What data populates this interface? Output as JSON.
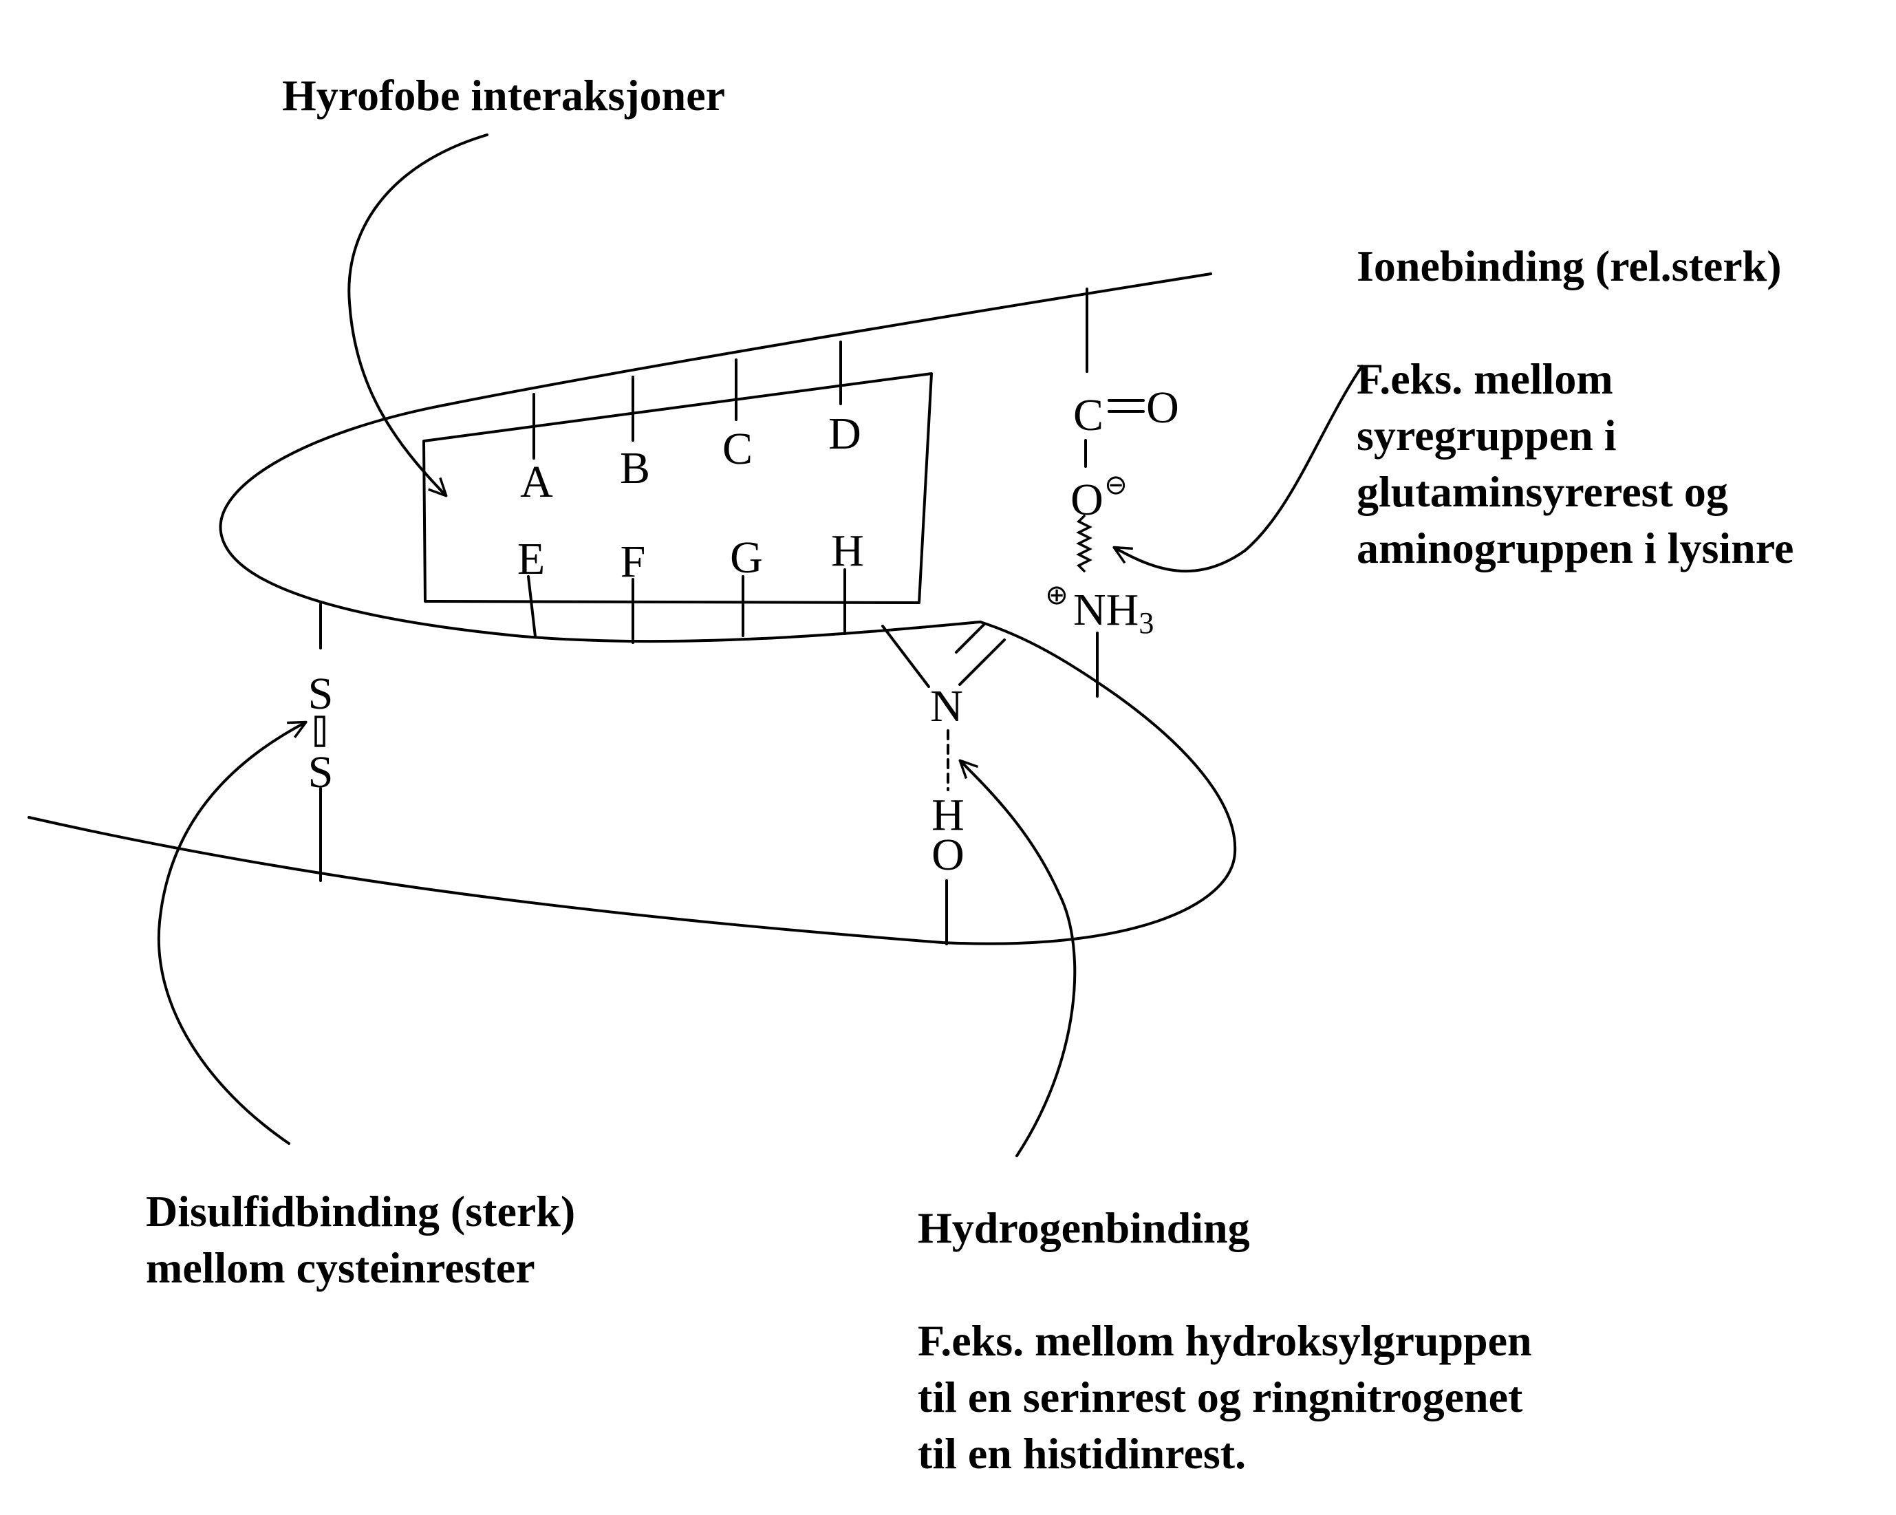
{
  "labels": {
    "hydrophobic": "Hyrofobe interaksjoner",
    "ionic_title": "Ionebinding (rel.sterk)",
    "ionic_desc": [
      "F.eks. mellom",
      "syregruppen i",
      "glutaminsyrerest og",
      "aminogruppen i lysinre"
    ],
    "disulfide": [
      "Disulfidbinding (sterk)",
      "mellom cysteinrester"
    ],
    "hbond_title": "Hydrogenbinding",
    "hbond_desc": [
      "F.eks. mellom hydroksylgruppen",
      "til en serinrest og ringnitrogenet",
      "til en histidinrest."
    ]
  },
  "residues": {
    "top": [
      "A",
      "B",
      "C",
      "D"
    ],
    "bottom": [
      "E",
      "F",
      "G",
      "H"
    ]
  },
  "atoms": {
    "sulfur_1": "S",
    "sulfur_2": "S",
    "carbon": "C",
    "carbonyl_oxygen": "O",
    "carboxylate_oxygen": "O",
    "negative_charge": "⊖",
    "positive_charge": "⊕",
    "ammonium": "NH",
    "ammonium_subscript": "3",
    "ring_nitrogen": "N",
    "hydrogen": "H",
    "hydroxyl_oxygen": "O"
  }
}
